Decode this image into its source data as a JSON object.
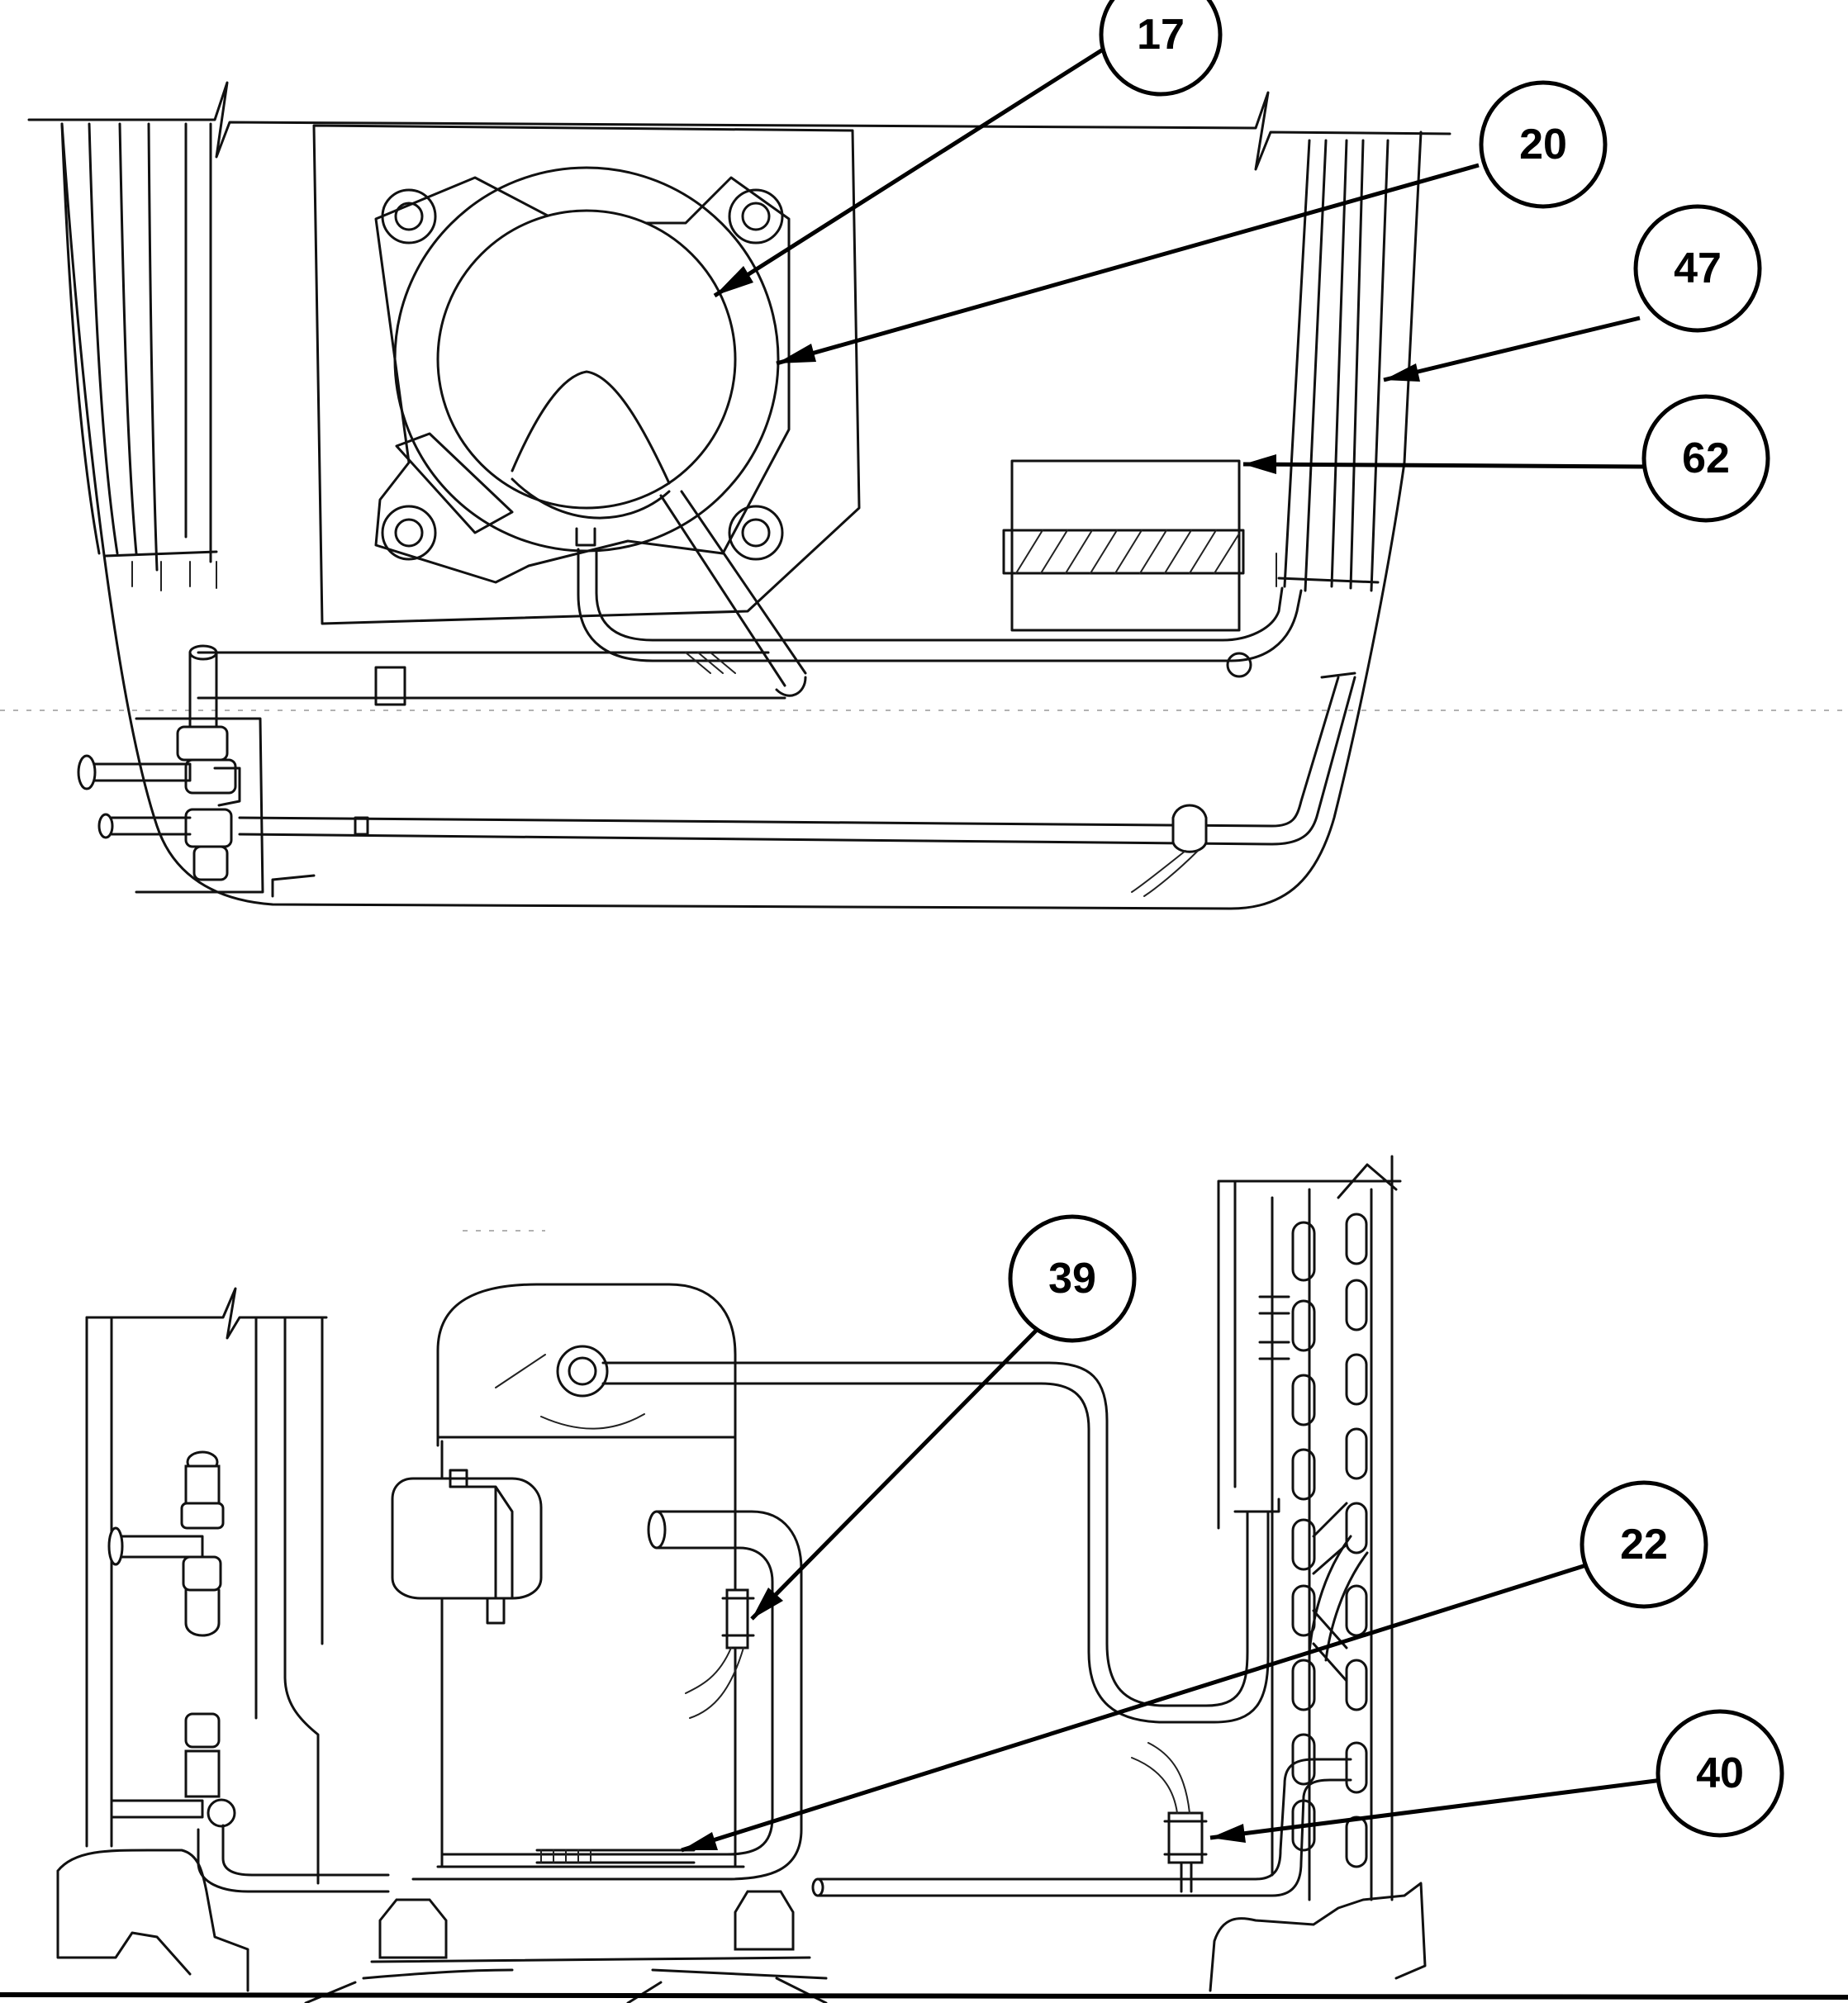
{
  "callouts": {
    "c17": "17",
    "c20": "20",
    "c47": "47",
    "c62": "62",
    "c39": "39",
    "c22": "22",
    "c40": "40"
  }
}
